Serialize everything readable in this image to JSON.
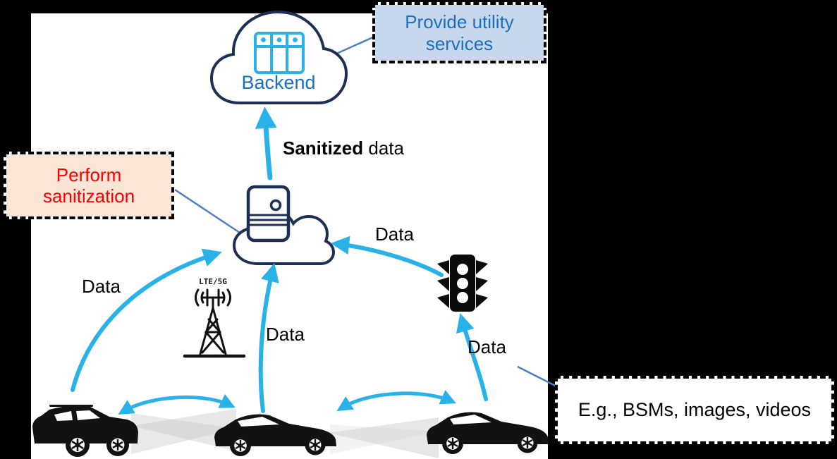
{
  "colors": {
    "arrow_cyan": "#29b2e8",
    "outline_navy": "#1e2f54",
    "blue_text": "#1b6fc1",
    "connector_blue": "#4d7ebf",
    "provide_box_bg": "#c7d7ec",
    "perform_box_bg": "#fbe5d6",
    "perform_text_red": "#fa0000",
    "examples_box_bg": "#ffffff",
    "panel_bg": "#ffffff",
    "canvas_bg": "#000000"
  },
  "backend": {
    "label": "Backend"
  },
  "callouts": {
    "provide": {
      "text": "Provide utility services"
    },
    "perform": {
      "text": "Perform sanitization"
    },
    "examples": {
      "text": "E.g., BSMs, images, videos"
    }
  },
  "labels": {
    "sanitized_bold": "Sanitized",
    "sanitized_rest": " data",
    "data_car1": "Data",
    "data_car2": "Data",
    "data_car3": "Data",
    "data_traffic_light": "Data",
    "tower": "LTE/5G"
  },
  "icons": [
    "backend-cloud-icon",
    "server-rack-icon",
    "edge-cloud-icon",
    "edge-server-icon",
    "cell-tower-icon",
    "traffic-light-icon",
    "suv-car-icon",
    "coupe-car-icon"
  ]
}
